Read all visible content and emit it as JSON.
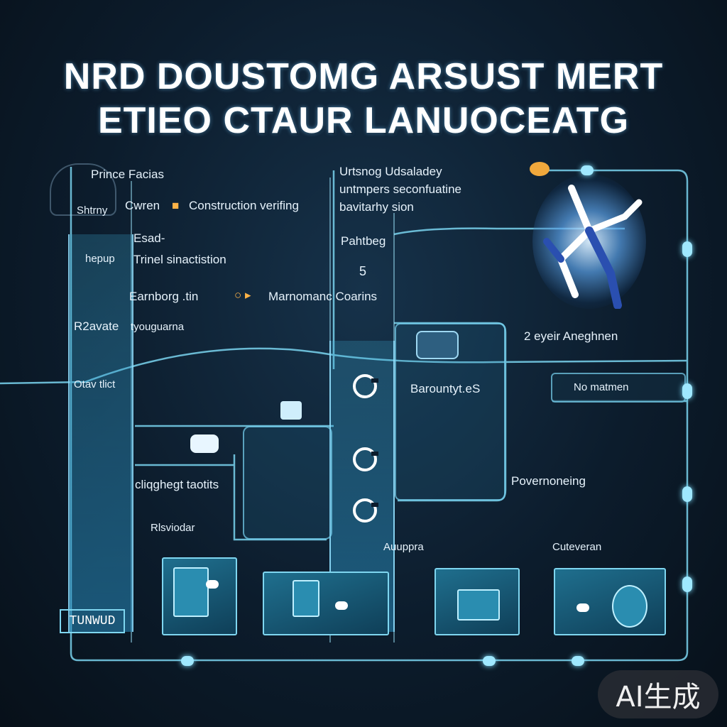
{
  "title": {
    "line1": "NRD DOUSTOMG ARSUST MERT",
    "line2": "ETIEO CTAUR LANUOCEATG"
  },
  "labels": {
    "prince_facias": "Prince Facias",
    "shtrny": "Shtrny",
    "cwren": "Cwren",
    "construction_verifing": "Construction verifing",
    "esad": "Esad-",
    "heyup": "hepup",
    "trinel_sinactistion": "Trinel sinactistion",
    "earnborg_tin": "Earnborg .tin",
    "marnomanc_coarins": "Marnomanc Coarins",
    "ravate": "R2avate",
    "tyouguarna": "tyouguarna",
    "otav_tlict": "Otav tlict",
    "cligghegl_taotits": "cliqghegt taotits",
    "rlsvidar": "Rlsviodar",
    "untsnog_udsaladay": "Urtsnog Udsaladey",
    "unmperis_seconfuatine": "untmpers seconfuatine",
    "bavitarhy_sion": "bavitarhy sion",
    "pahtbeg": "Pahtbeg",
    "num_5": "5",
    "barountyt": "Barountyt.eS",
    "eyeir_aneghnen": "2 eyeir Aneghnen",
    "no_matmen": "No matmen",
    "povernoneing": "Povernoneing",
    "auuppra": "Auuppra",
    "cuteveran": "Cuteveran",
    "bottom_code": "TUNWUD"
  },
  "badge": {
    "text": "AI生成"
  },
  "colors": {
    "accent": "#7fd6f0",
    "node": "#9fe8ff",
    "orange": "#ffb347",
    "background": "#0c1c2c"
  },
  "icons": [
    "robot-head-icon",
    "tablet-icon",
    "printer-icon",
    "circle-arrow-icon",
    "glowing-figure-icon",
    "smartphone-icon"
  ]
}
